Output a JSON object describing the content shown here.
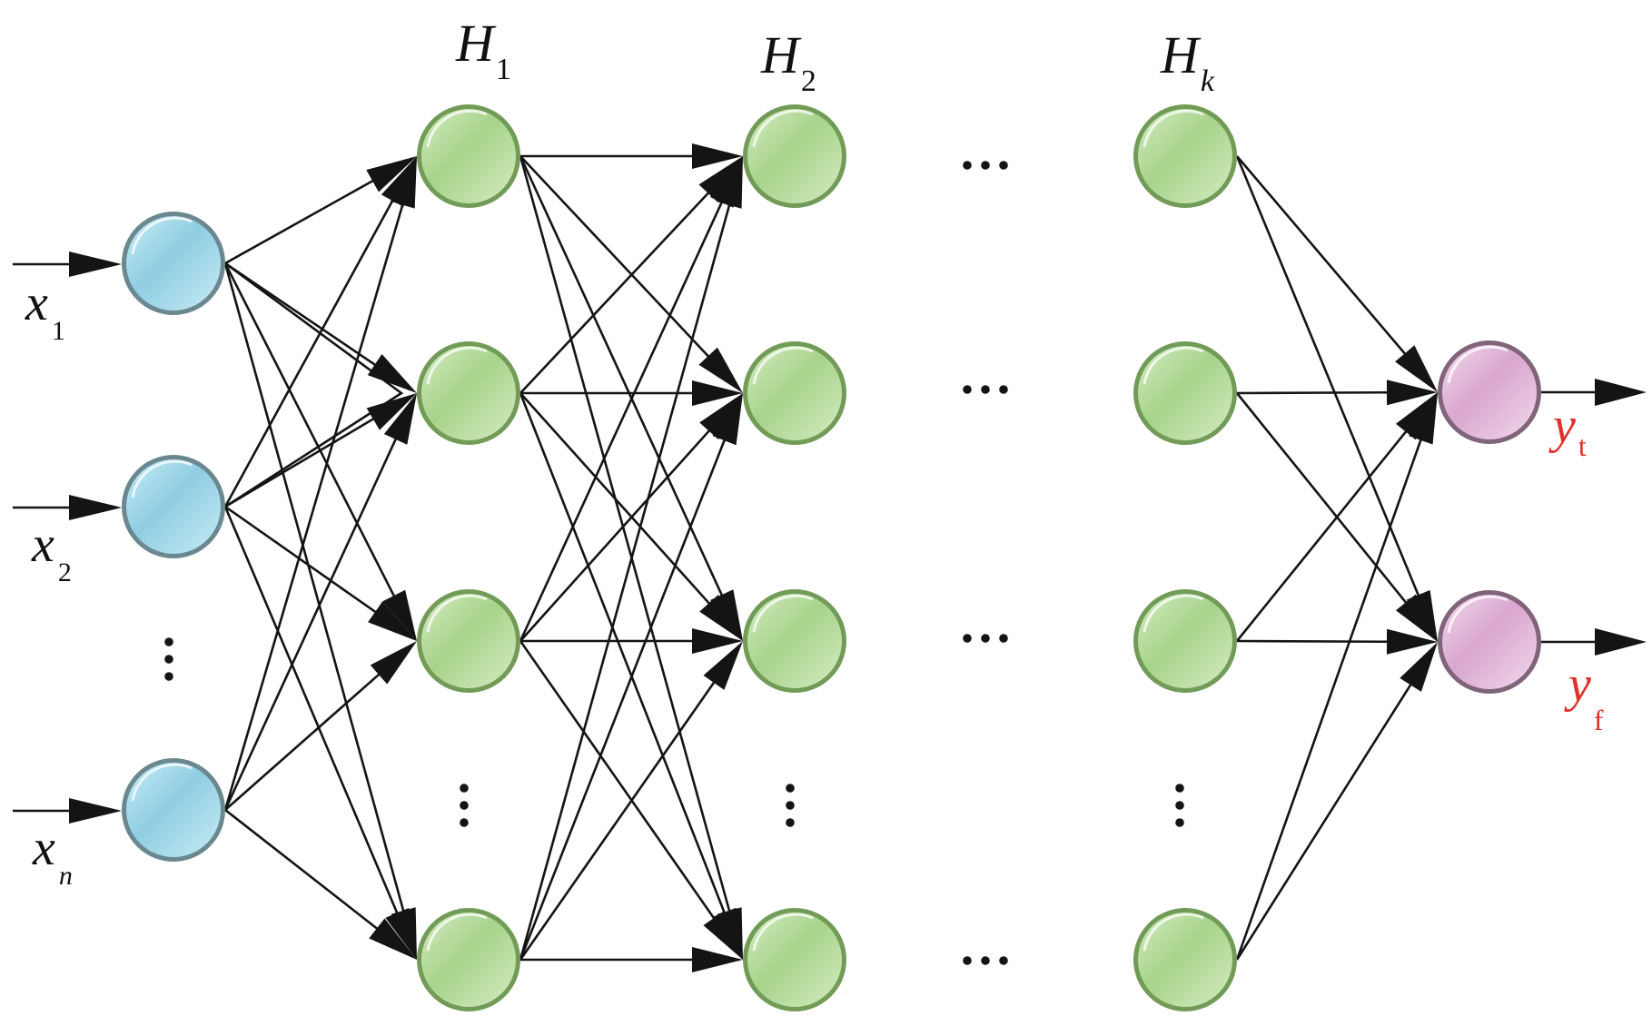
{
  "title": "Multi-layer feed-forward neural network",
  "colors": {
    "input_fill": "#8fcde2",
    "input_highlight": "#c8ecf5",
    "input_rim": "#6b8890",
    "hidden_fill": "#a7d38a",
    "hidden_highlight": "#d4ecc2",
    "hidden_rim": "#719b57",
    "output_fill": "#d9a6cf",
    "output_highlight": "#f2d9ec",
    "output_rim": "#80647a",
    "edge": "#141414",
    "output_label": "#e0302a"
  },
  "layers": [
    {
      "id": "input",
      "type": "input",
      "label": null,
      "nodes": [
        {
          "id": "x1",
          "var": "x",
          "sub": "1"
        },
        {
          "id": "x2",
          "var": "x",
          "sub": "2"
        },
        {
          "id": "xn",
          "var": "x",
          "sub": "n"
        }
      ],
      "ellipsis_after_node": 1
    },
    {
      "id": "H1",
      "type": "hidden",
      "label": {
        "var": "H",
        "sub": "1"
      },
      "node_count_visible": 4,
      "ellipsis_after_node": 2
    },
    {
      "id": "H2",
      "type": "hidden",
      "label": {
        "var": "H",
        "sub": "2"
      },
      "node_count_visible": 4,
      "ellipsis_after_node": 2
    },
    {
      "id": "Hk",
      "type": "hidden",
      "label": {
        "var": "H",
        "sub": "k"
      },
      "node_count_visible": 4,
      "ellipsis_after_node": 2
    },
    {
      "id": "output",
      "type": "output",
      "label": null,
      "nodes": [
        {
          "id": "yt",
          "var": "y",
          "sub": "t"
        },
        {
          "id": "yf",
          "var": "y",
          "sub": "f"
        }
      ]
    }
  ],
  "connections": [
    {
      "from": "input",
      "to": "H1",
      "pattern": "fully-connected"
    },
    {
      "from": "H1",
      "to": "H2",
      "pattern": "fully-connected"
    },
    {
      "from": "H2",
      "to": "Hk",
      "pattern": "elided",
      "ellipsis": "…"
    },
    {
      "from": "Hk",
      "to": "output",
      "pattern": "fully-connected"
    }
  ],
  "ellipsis_horizontal": "…",
  "ellipsis_vertical": "⋮"
}
